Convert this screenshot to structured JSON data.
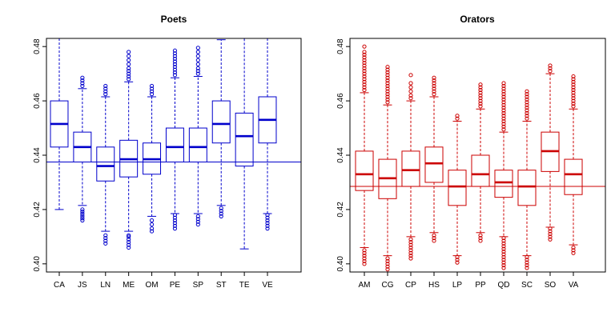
{
  "chart_data": [
    {
      "type": "boxplot",
      "title": "Poets",
      "color": "#0000cc",
      "ylim": [
        0.397,
        0.483
      ],
      "yticks": [
        0.4,
        0.42,
        0.44,
        0.46,
        0.48
      ],
      "ytick_labels": [
        "0.40",
        "0.42",
        "0.44",
        "0.46",
        "0.48"
      ],
      "reference_line": 0.4375,
      "grid": false,
      "categories": [
        "CA",
        "JS",
        "LN",
        "ME",
        "OM",
        "PE",
        "SP",
        "ST",
        "TE",
        "VE"
      ],
      "boxes": [
        {
          "q1": 0.443,
          "median": 0.4515,
          "q3": 0.46,
          "whisker_low": 0.42,
          "whisker_high": 0.484,
          "outliers": []
        },
        {
          "q1": 0.4375,
          "median": 0.443,
          "q3": 0.4485,
          "whisker_low": 0.4215,
          "whisker_high": 0.4645,
          "outliers": [
            0.416,
            0.4168,
            0.4176,
            0.4184,
            0.4192,
            0.42,
            0.4655,
            0.4665,
            0.4675,
            0.4685
          ]
        },
        {
          "q1": 0.4305,
          "median": 0.436,
          "q3": 0.443,
          "whisker_low": 0.412,
          "whisker_high": 0.4615,
          "outliers": [
            0.4075,
            0.4085,
            0.4095,
            0.4105,
            0.4625,
            0.4635,
            0.4645,
            0.4655
          ]
        },
        {
          "q1": 0.432,
          "median": 0.4385,
          "q3": 0.4455,
          "whisker_low": 0.412,
          "whisker_high": 0.467,
          "outliers": [
            0.406,
            0.407,
            0.408,
            0.409,
            0.41,
            0.4105,
            0.468,
            0.469,
            0.47,
            0.471,
            0.472,
            0.4735,
            0.475,
            0.4765,
            0.478
          ]
        },
        {
          "q1": 0.433,
          "median": 0.4385,
          "q3": 0.4445,
          "whisker_low": 0.4175,
          "whisker_high": 0.4615,
          "outliers": [
            0.412,
            0.413,
            0.4145,
            0.416,
            0.4625,
            0.4635,
            0.4645,
            0.4655
          ]
        },
        {
          "q1": 0.4375,
          "median": 0.443,
          "q3": 0.45,
          "whisker_low": 0.4185,
          "whisker_high": 0.4685,
          "outliers": [
            0.413,
            0.414,
            0.415,
            0.416,
            0.417,
            0.418,
            0.4695,
            0.4705,
            0.4715,
            0.4725,
            0.4735,
            0.4745,
            0.4755,
            0.4765,
            0.4775,
            0.4785
          ]
        },
        {
          "q1": 0.4375,
          "median": 0.443,
          "q3": 0.45,
          "whisker_low": 0.4185,
          "whisker_high": 0.469,
          "outliers": [
            0.4145,
            0.4155,
            0.4165,
            0.4175,
            0.47,
            0.471,
            0.472,
            0.4735,
            0.475,
            0.4765,
            0.478,
            0.4795
          ]
        },
        {
          "q1": 0.4445,
          "median": 0.4515,
          "q3": 0.46,
          "whisker_low": 0.4215,
          "whisker_high": 0.4825,
          "outliers": [
            0.4175,
            0.4185,
            0.4195,
            0.4205
          ]
        },
        {
          "q1": 0.436,
          "median": 0.447,
          "q3": 0.4555,
          "whisker_low": 0.4055,
          "whisker_high": 0.484,
          "outliers": []
        },
        {
          "q1": 0.4445,
          "median": 0.453,
          "q3": 0.4615,
          "whisker_low": 0.4185,
          "whisker_high": 0.484,
          "outliers": [
            0.413,
            0.414,
            0.415,
            0.416,
            0.417,
            0.418
          ]
        }
      ]
    },
    {
      "type": "boxplot",
      "title": "Orators",
      "color": "#cc0000",
      "ylim": [
        0.397,
        0.483
      ],
      "yticks": [
        0.4,
        0.42,
        0.44,
        0.46,
        0.48
      ],
      "ytick_labels": [
        "0.40",
        "0.42",
        "0.44",
        "0.46",
        "0.48"
      ],
      "reference_line": 0.4285,
      "grid": false,
      "categories": [
        "AM",
        "CG",
        "CP",
        "HS",
        "LP",
        "PP",
        "QD",
        "SC",
        "SO",
        "VA"
      ],
      "boxes": [
        {
          "q1": 0.427,
          "median": 0.433,
          "q3": 0.4415,
          "whisker_low": 0.406,
          "whisker_high": 0.463,
          "outliers": [
            0.4,
            0.401,
            0.402,
            0.403,
            0.404,
            0.405,
            0.464,
            0.465,
            0.466,
            0.467,
            0.468,
            0.469,
            0.47,
            0.471,
            0.472,
            0.473,
            0.474,
            0.475,
            0.476,
            0.477,
            0.478,
            0.48
          ]
        },
        {
          "q1": 0.424,
          "median": 0.4315,
          "q3": 0.4385,
          "whisker_low": 0.403,
          "whisker_high": 0.4585,
          "outliers": [
            0.398,
            0.399,
            0.4,
            0.401,
            0.402,
            0.4595,
            0.4605,
            0.4615,
            0.4625,
            0.4635,
            0.4645,
            0.4655,
            0.4665,
            0.4675,
            0.4685,
            0.4695,
            0.4705,
            0.4715,
            0.4725
          ]
        },
        {
          "q1": 0.4285,
          "median": 0.4345,
          "q3": 0.4415,
          "whisker_low": 0.41,
          "whisker_high": 0.46,
          "outliers": [
            0.402,
            0.403,
            0.404,
            0.405,
            0.406,
            0.407,
            0.408,
            0.409,
            0.461,
            0.462,
            0.4635,
            0.465,
            0.4665,
            0.4695
          ]
        },
        {
          "q1": 0.43,
          "median": 0.437,
          "q3": 0.443,
          "whisker_low": 0.4115,
          "whisker_high": 0.4615,
          "outliers": [
            0.4085,
            0.4095,
            0.4105,
            0.4625,
            0.4635,
            0.4645,
            0.4655,
            0.4665,
            0.4675,
            0.4685
          ]
        },
        {
          "q1": 0.4215,
          "median": 0.4285,
          "q3": 0.4345,
          "whisker_low": 0.403,
          "whisker_high": 0.4525,
          "outliers": [
            0.4005,
            0.4015,
            0.4025,
            0.4535,
            0.4545
          ]
        },
        {
          "q1": 0.4285,
          "median": 0.433,
          "q3": 0.44,
          "whisker_low": 0.4115,
          "whisker_high": 0.457,
          "outliers": [
            0.4085,
            0.4095,
            0.4105,
            0.458,
            0.459,
            0.46,
            0.461,
            0.462,
            0.463,
            0.464,
            0.465,
            0.466
          ]
        },
        {
          "q1": 0.4245,
          "median": 0.43,
          "q3": 0.4345,
          "whisker_low": 0.41,
          "whisker_high": 0.4485,
          "outliers": [
            0.3985,
            0.3995,
            0.4005,
            0.4015,
            0.4025,
            0.4035,
            0.4045,
            0.4055,
            0.4065,
            0.4075,
            0.4085,
            0.4095,
            0.4495,
            0.4505,
            0.4515,
            0.4525,
            0.4535,
            0.4545,
            0.4555,
            0.4565,
            0.4575,
            0.4585,
            0.4595,
            0.4605,
            0.4615,
            0.4625,
            0.4635,
            0.4645,
            0.4655,
            0.4665
          ]
        },
        {
          "q1": 0.4215,
          "median": 0.4285,
          "q3": 0.4345,
          "whisker_low": 0.403,
          "whisker_high": 0.4525,
          "outliers": [
            0.3985,
            0.3995,
            0.4005,
            0.4015,
            0.4025,
            0.4535,
            0.4545,
            0.4555,
            0.4565,
            0.4575,
            0.4585,
            0.4595,
            0.4605,
            0.4615,
            0.4625,
            0.4635
          ]
        },
        {
          "q1": 0.434,
          "median": 0.4415,
          "q3": 0.4485,
          "whisker_low": 0.4135,
          "whisker_high": 0.47,
          "outliers": [
            0.409,
            0.41,
            0.411,
            0.412,
            0.413,
            0.471,
            0.472,
            0.473
          ]
        },
        {
          "q1": 0.4255,
          "median": 0.433,
          "q3": 0.4385,
          "whisker_low": 0.407,
          "whisker_high": 0.457,
          "outliers": [
            0.404,
            0.405,
            0.406,
            0.458,
            0.459,
            0.46,
            0.461,
            0.462,
            0.463,
            0.464,
            0.465,
            0.466,
            0.467,
            0.468,
            0.469
          ]
        }
      ]
    }
  ]
}
